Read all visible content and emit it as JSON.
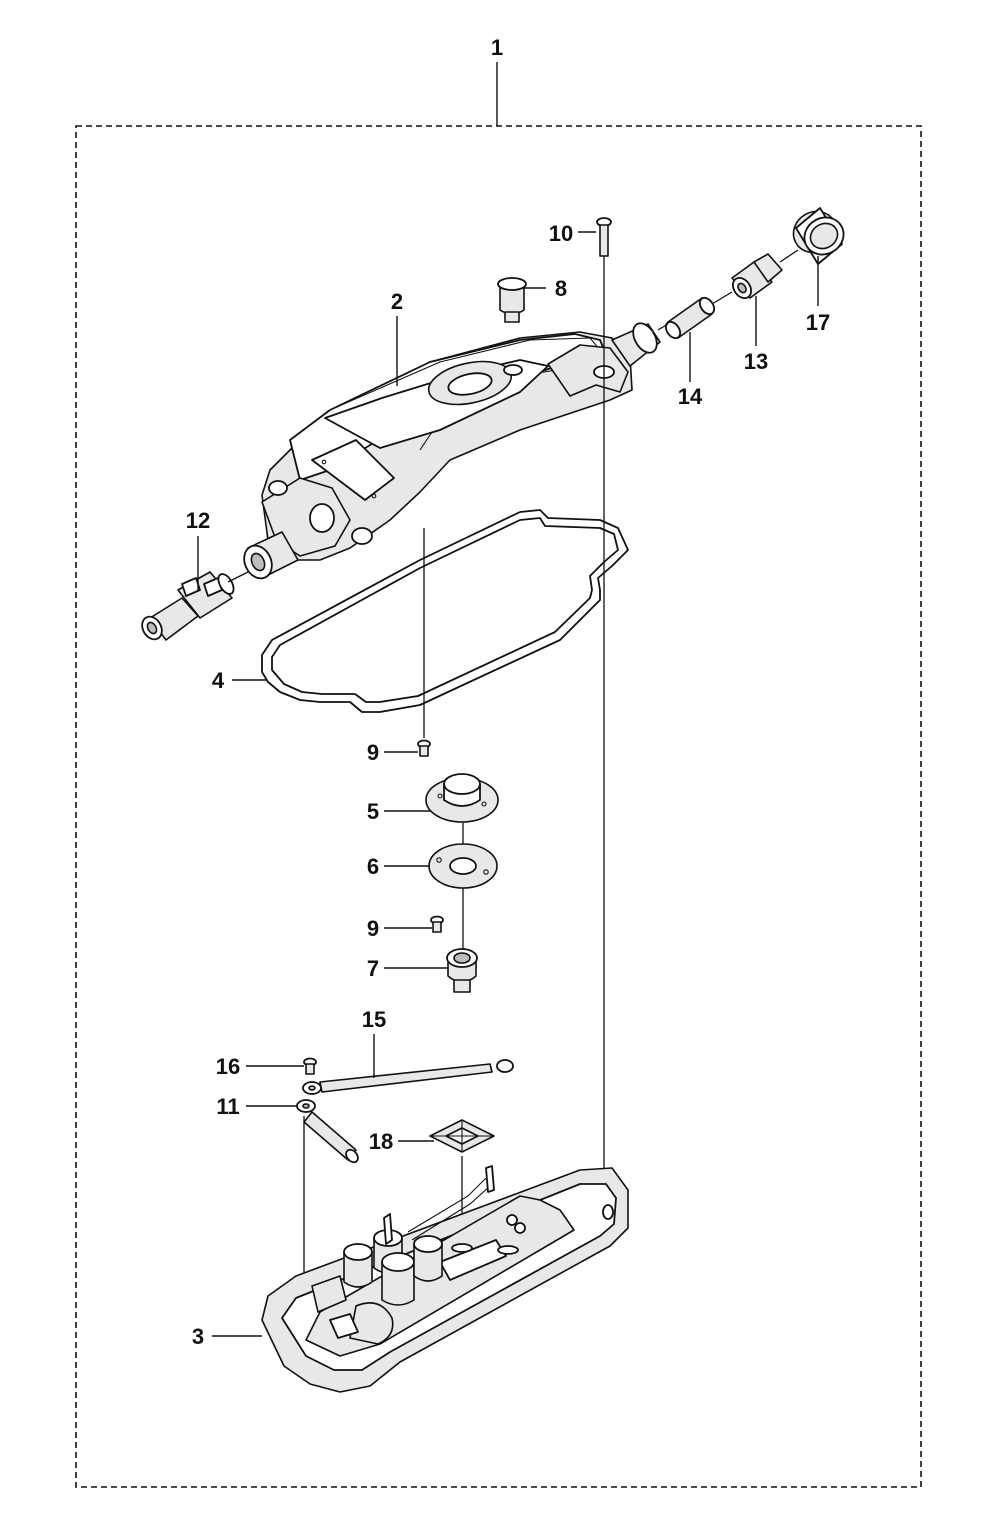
{
  "callouts": {
    "c1": "1",
    "c2": "2",
    "c3": "3",
    "c4": "4",
    "c5": "5",
    "c6": "6",
    "c7": "7",
    "c8": "8",
    "c9a": "9",
    "c9b": "9",
    "c10": "10",
    "c11": "11",
    "c12": "12",
    "c13": "13",
    "c14": "14",
    "c15": "15",
    "c16": "16",
    "c17": "17",
    "c18": "18"
  }
}
